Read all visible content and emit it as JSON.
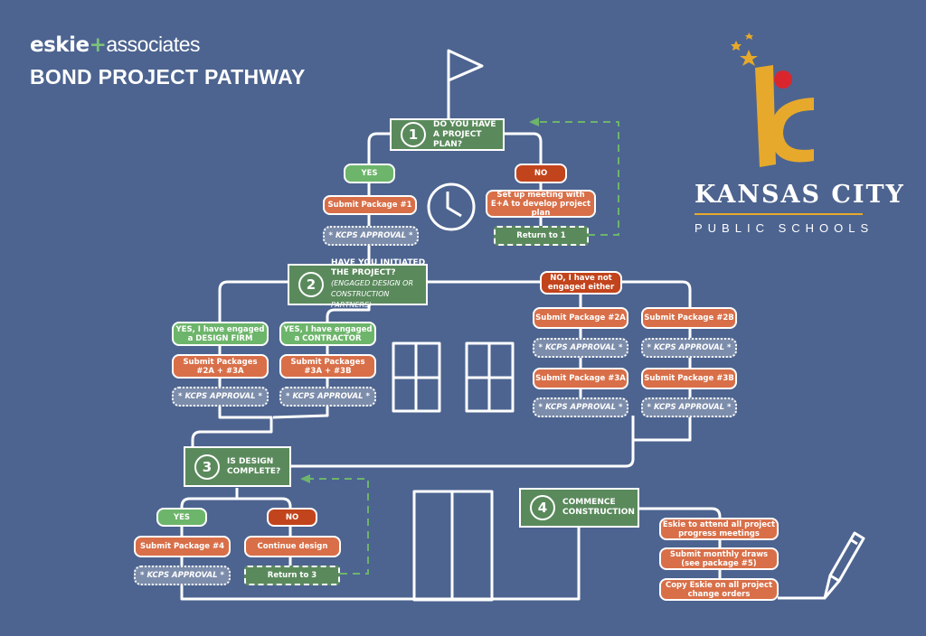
{
  "header": {
    "brand_name": "eskie",
    "brand_plus": "+",
    "brand_suffix": "associates",
    "title": "BOND PROJECT PATHWAY"
  },
  "logo": {
    "name_line1": "KANSAS CITY",
    "name_line2": "PUBLIC SCHOOLS",
    "accent_color": "#e7a92b",
    "dot_color": "#d9262e"
  },
  "colors": {
    "background": "#4d6490",
    "step_green": "#5a8a5c",
    "yes_green": "#6db56b",
    "no_red": "#c2441c",
    "action_orange": "#d86f48",
    "approval_gray": "#7c8cab",
    "dashed_arrow": "#6db56b"
  },
  "steps": [
    {
      "number": "1",
      "question": "DO YOU HAVE A PROJECT PLAN?"
    },
    {
      "number": "2",
      "question": "HAVE YOU INITIATED THE PROJECT?",
      "note": "(ENGAGED DESIGN OR CONSTRUCTION PARTNERS)"
    },
    {
      "number": "3",
      "question": "IS DESIGN COMPLETE?"
    },
    {
      "number": "4",
      "question": "COMMENCE CONSTRUCTION"
    }
  ],
  "step1": {
    "yes": "YES",
    "no": "NO",
    "yes_action": "Submit Package #1",
    "yes_approval": "* KCPS APPROVAL *",
    "no_action": "Set up meeting with E+A to develop project plan",
    "no_return": "Return to 1"
  },
  "step2": {
    "design_firm": "YES, I have engaged a DESIGN FIRM",
    "design_action": "Submit Packages #2A + #3A",
    "design_approval": "* KCPS APPROVAL *",
    "contractor": "YES, I have engaged a CONTRACTOR",
    "contractor_action": "Submit Packages #3A + #3B",
    "contractor_approval": "* KCPS APPROVAL *",
    "neither": "NO, I have not engaged either",
    "pkg_2a": "Submit Package #2A",
    "approval_2a": "* KCPS APPROVAL *",
    "pkg_3a": "Submit Package #3A",
    "approval_3a": "* KCPS APPROVAL *",
    "pkg_2b": "Submit Package #2B",
    "approval_2b": "* KCPS APPROVAL *",
    "pkg_3b": "Submit Package #3B",
    "approval_3b": "* KCPS APPROVAL *"
  },
  "step3": {
    "yes": "YES",
    "no": "NO",
    "yes_action": "Submit Package #4",
    "yes_approval": "* KCPS APPROVAL *",
    "no_action": "Continue design",
    "no_return": "Return to 3"
  },
  "step4": {
    "actions": [
      "Eskie to attend all project progress meetings",
      "Submit monthly draws (see package #5)",
      "Copy Eskie on all project change orders"
    ]
  }
}
